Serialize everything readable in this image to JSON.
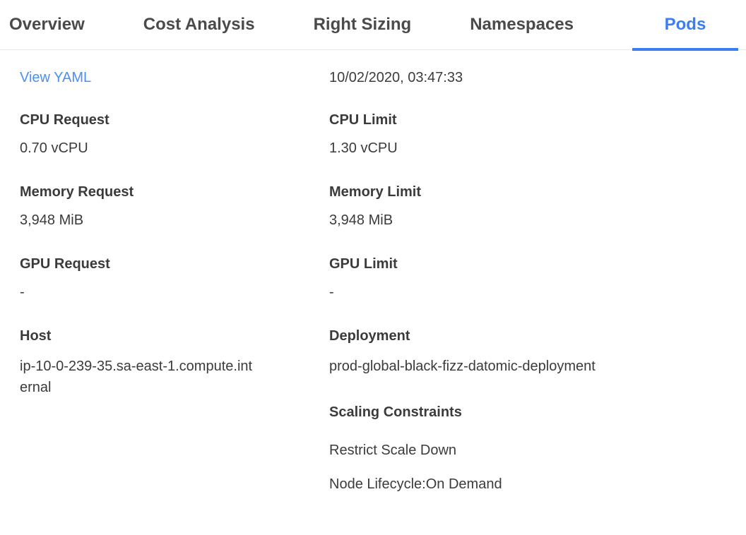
{
  "accent": {
    "active_tab_blue": "#3a7ef2",
    "link_blue": "#4a90f2",
    "text_dark": "#3b3b3b",
    "tab_border_gray": "#e8e8e8"
  },
  "tabs": {
    "items": [
      {
        "label": "Overview",
        "active": false
      },
      {
        "label": "Cost Analysis",
        "active": false
      },
      {
        "label": "Right Sizing",
        "active": false
      },
      {
        "label": "Namespaces",
        "active": false
      },
      {
        "label": "Pods",
        "active": true
      }
    ]
  },
  "detail": {
    "view_yaml_link": "View YAML",
    "timestamp": "10/02/2020, 03:47:33",
    "left_fields": [
      {
        "label": "CPU Request",
        "value": "0.70 vCPU"
      },
      {
        "label": "Memory Request",
        "value": "3,948 MiB"
      },
      {
        "label": "GPU Request",
        "value": "-"
      },
      {
        "label": "Host",
        "value": "ip-10-0-239-35.sa-east-1.compute.internal",
        "is_link": true
      }
    ],
    "right_fields": [
      {
        "label": "CPU Limit",
        "value": "1.30 vCPU"
      },
      {
        "label": "Memory Limit",
        "value": "3,948 MiB"
      },
      {
        "label": "GPU Limit",
        "value": "-"
      },
      {
        "label": "Deployment",
        "value": "prod-global-black-fizz-datomic-deployment",
        "is_link": true
      }
    ],
    "scaling": {
      "label": "Scaling Constraints",
      "items": [
        "Restrict Scale Down",
        "Node Lifecycle:On Demand"
      ]
    }
  }
}
